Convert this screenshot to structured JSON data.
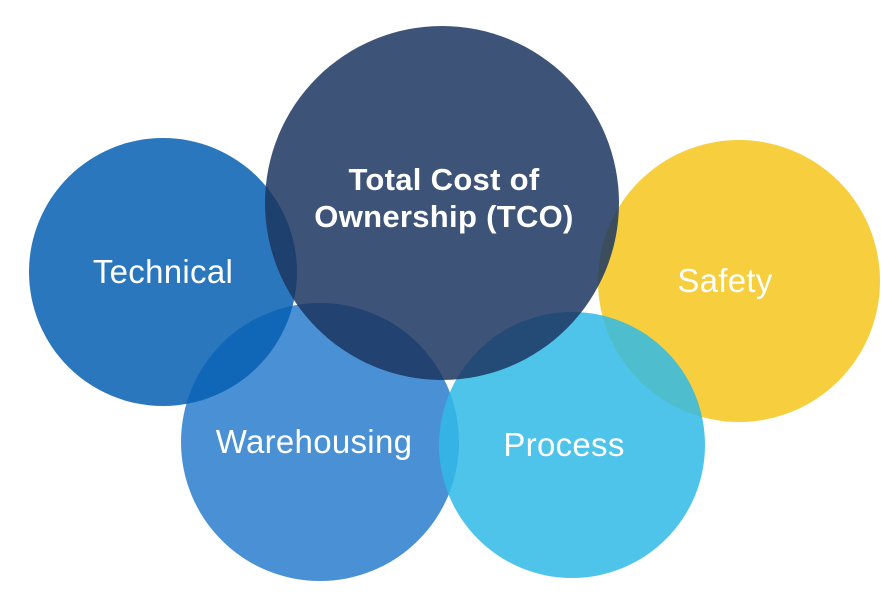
{
  "venn": {
    "background_color": "#ffffff",
    "text_color": "#ffffff",
    "center_circle": {
      "label": "Total Cost of Ownership (TCO)",
      "label_line1": "Total Cost of",
      "label_line2": "Ownership (TCO)",
      "fill": "rgba(27, 54, 96, 0.85)",
      "rendered_color": "#3D5478"
    },
    "circles": {
      "technical": {
        "label": "Technical",
        "fill": "rgba(6, 95, 177, 0.85)",
        "rendered_color": "#2B77BD"
      },
      "safety": {
        "label": "Safety",
        "fill": "rgba(244, 197, 28, 0.85)",
        "rendered_color": "#F6CE3E"
      },
      "warehousing": {
        "label": "Warehousing",
        "fill": "rgba(42, 124, 204, 0.85)",
        "rendered_color": "#4A8FD4"
      },
      "process": {
        "label": "Process",
        "fill": "rgba(48, 186, 230, 0.85)",
        "rendered_color": "#4FC4EA"
      }
    }
  }
}
